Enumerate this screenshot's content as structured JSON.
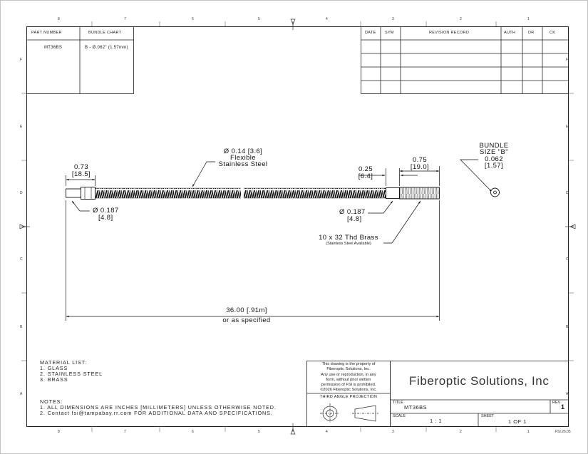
{
  "zones": {
    "top": [
      "8",
      "7",
      "6",
      "5",
      "4",
      "3",
      "2",
      "1"
    ],
    "bottom": [
      "8",
      "7",
      "6",
      "5",
      "4",
      "3",
      "2",
      "1"
    ],
    "left": [
      "F",
      "E",
      "D",
      "C",
      "B",
      "A"
    ],
    "right": [
      "F",
      "E",
      "D",
      "C",
      "B",
      "A"
    ]
  },
  "part_block": {
    "part_number_header": "PART NUMBER",
    "bundle_chart_header": "BUNDLE CHART",
    "part_number": "MT36BS",
    "bundle_chart_value": "B - Ø.062\" (1.57mm)"
  },
  "revision_block": {
    "columns": [
      "DATE",
      "SYM",
      "REVISION RECORD",
      "AUTH",
      "DR",
      "CK"
    ]
  },
  "dimensions": {
    "left_ferrule_length": "0.73",
    "left_ferrule_length_mm": "[18.5]",
    "left_diameter": "Ø 0.187",
    "left_diameter_mm": "[4.8]",
    "tube_diameter": "Ø 0.14 [3.6]",
    "tube_line2": "Flexible",
    "tube_line3": "Stainless Steel",
    "right_collar_length": "0.25",
    "right_collar_length_mm": "[6.4]",
    "thread_length": "0.75",
    "thread_length_mm": "[19.0]",
    "right_diameter": "Ø 0.187",
    "right_diameter_mm": "[4.8]",
    "thread_spec": "10 x 32 Thd Brass",
    "thread_note": "(Stainless Steel Available)",
    "overall_length": "36.00 [.91m]",
    "overall_note": "or as specified"
  },
  "bundle_callout": {
    "line1": "BUNDLE",
    "line2": "SIZE \"B\"",
    "line3": "0.062",
    "line4": "[1.57]"
  },
  "material_list": {
    "title": "MATERIAL LIST:",
    "items": [
      "1.   GLASS",
      "2.   STAINLESS STEEL",
      "3.   BRASS"
    ]
  },
  "notes": {
    "title": "NOTES:",
    "items": [
      "1.   ALL DIMENSIONS ARE INCHES [MILLIMETERS] UNLESS OTHERWISE NOTED.",
      "2.   Contact fsi@tampabay.rr.com FOR ADDITIONAL DATA AND SPECIFICATIONS."
    ]
  },
  "legal_text": [
    "This drawing is the property of",
    "Fiberoptic Solutions, Inc.",
    "Any use or reproduction, in any",
    "form, without prior written",
    "permission of FSI is prohibited.",
    "©2026 Fiberoptic Solutions, Inc."
  ],
  "projection_label": "THIRD ANGLE PROJECTION",
  "title_block": {
    "company": "Fiberoptic Solutions, Inc",
    "title_label": "TITLE",
    "title_value": "MT36BS",
    "rev_label": "REV",
    "rev_value": "1",
    "scale_label": "SCALE",
    "scale_value": "1 : 1",
    "sheet_label": "SHEET",
    "sheet_value": "1  OF 1",
    "doc_code": "FSI.26.05"
  }
}
